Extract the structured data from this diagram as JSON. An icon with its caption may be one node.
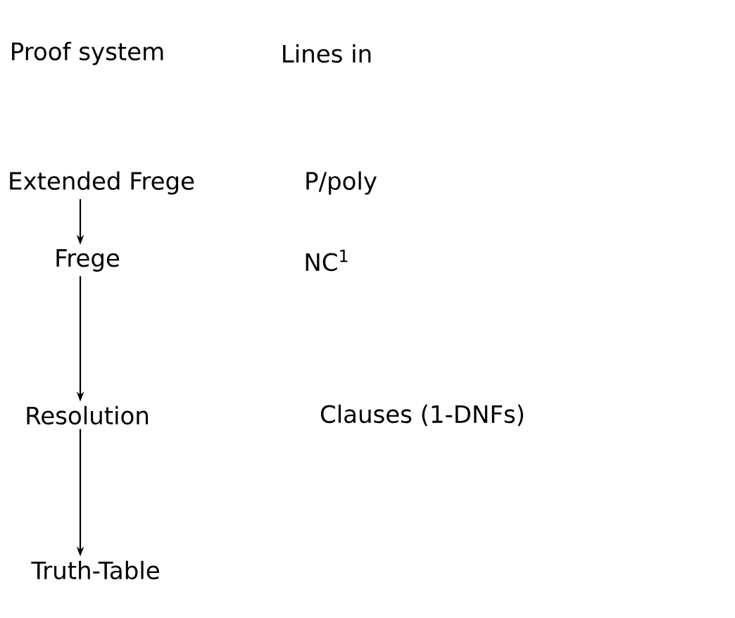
{
  "diagram": {
    "nodes": [
      {
        "text": [
          "Extended Frege"
        ]
      },
      {
        "text": [
          "Frege"
        ]
      },
      {
        "text": [
          "Resolution"
        ]
      },
      {
        "text": [
          "Truth-Table"
        ]
      }
    ],
    "edges": [
      {
        "from": 0,
        "to": 1,
        "arrow": "to"
      },
      {
        "from": 1,
        "to": 2,
        "arrow": "to"
      },
      {
        "from": 2,
        "to": 3,
        "arrow": "to"
      }
    ],
    "labels": [
      "Proof system",
      "Lines in",
      "P/poly",
      "NC$^{1}$",
      "Clauses (1-DNFs)"
    ]
  }
}
